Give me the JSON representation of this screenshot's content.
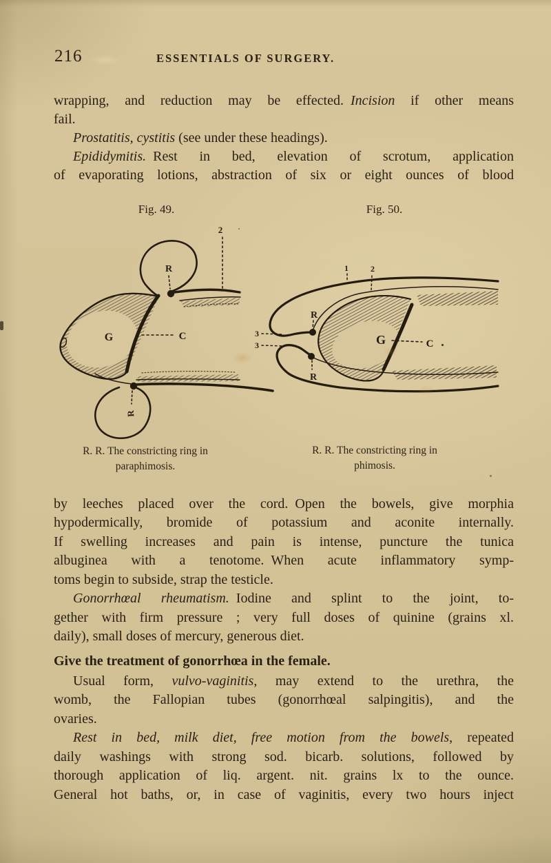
{
  "header": {
    "page_number": "216",
    "running_title": "ESSENTIALS OF SURGERY."
  },
  "body": {
    "p1_l1a": "wrapping, and reduction may be effected. ",
    "p1_l1b": "Incision",
    "p1_l1c": " if other means",
    "p1_l2": "fail.",
    "p2_a": "Prostatitis, cystitis",
    "p2_b": " (see under these headings).",
    "p3_l1a": "Epididymitis.",
    "p3_l1b": " Rest in bed, elevation of scrotum, application",
    "p3_l2": "of evaporating lotions, abstraction of six or eight ounces of blood",
    "p4_l1": "by leeches placed over the cord. Open the bowels, give morphia",
    "p4_l2": "hypodermically, bromide of potassium and aconite internally.",
    "p4_l3": "If swelling increases and pain is intense, puncture the tunica",
    "p4_l4": "albuginea with a tenotome. When acute inflammatory symp-",
    "p4_l5": "toms begin to subside, strap the testicle.",
    "p5_l1a": "Gonorrhœal rheumatism.",
    "p5_l1b": " Iodine and splint to the joint, to-",
    "p5_l2": "gether with firm pressure ; very full doses of quinine (grains xl.",
    "p5_l3": "daily), small doses of mercury, generous diet.",
    "p6": "Give the treatment of gonorrhœa in the female.",
    "p7_l1a": "Usual form, ",
    "p7_l1b": "vulvo-vaginitis",
    "p7_l1c": ", may extend to the urethra, the",
    "p7_l2": "womb, the Fallopian tubes (gonorrhœal salpingitis), and the",
    "p7_l3": "ovaries.",
    "p8_l1a": "Rest in bed, milk diet, free motion from the bowels",
    "p8_l1b": ", repeated",
    "p8_l2": "daily washings with strong sod. bicarb. solutions, followed by",
    "p8_l3": "thorough application of liq. argent. nit. grains lx to the ounce.",
    "p8_l4": "General hot baths, or, in case of vaginitis, every two hours inject"
  },
  "fig49": {
    "title": "Fig. 49.",
    "caption_l1": "R. R. The constricting ring in",
    "caption_l2": "paraphimosis.",
    "labels": {
      "two": "2",
      "r_top": "R",
      "r_bottom": "R",
      "g": "G",
      "c": "C"
    }
  },
  "fig50": {
    "title": "Fig. 50.",
    "caption_l1": "R. R. The constricting ring in",
    "caption_l2": "phimosis.",
    "labels": {
      "one": "1",
      "two": "2",
      "three_top": "3",
      "three_bottom": "3",
      "r_top": "R",
      "r_bottom": "R",
      "g": "G",
      "c": "C"
    }
  },
  "colors": {
    "paper": "#d8c69c",
    "ink": "#2a2013"
  }
}
